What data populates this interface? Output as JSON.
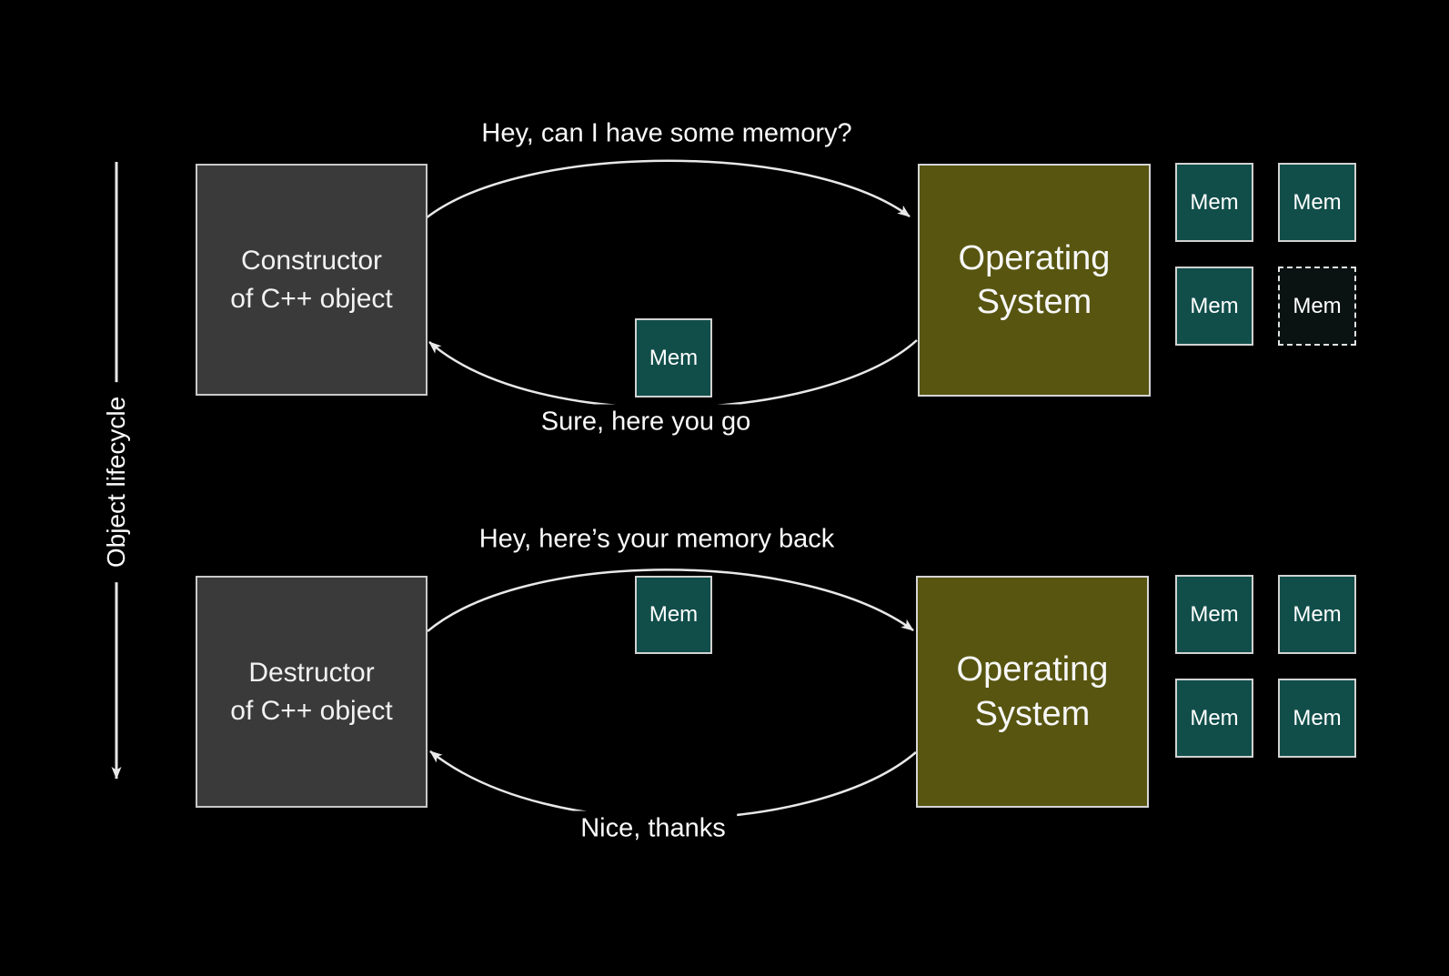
{
  "lifecycle": {
    "label": "Object lifecycle"
  },
  "top": {
    "requester_line1": "Constructor",
    "requester_line2": "of C++ object",
    "os_line1": "Operating",
    "os_line2": "System",
    "request": "Hey, can I have some memory?",
    "response": "Sure, here you go",
    "mem_in_transit": "Mem",
    "mem_grid": [
      {
        "label": "Mem",
        "state": "allocated"
      },
      {
        "label": "Mem",
        "state": "allocated"
      },
      {
        "label": "Mem",
        "state": "allocated"
      },
      {
        "label": "Mem",
        "state": "given-away"
      }
    ]
  },
  "bottom": {
    "requester_line1": "Destructor",
    "requester_line2": "of C++ object",
    "os_line1": "Operating",
    "os_line2": "System",
    "request": "Hey, here’s your memory back",
    "response": "Nice, thanks",
    "mem_in_transit": "Mem",
    "mem_grid": [
      {
        "label": "Mem",
        "state": "allocated"
      },
      {
        "label": "Mem",
        "state": "allocated"
      },
      {
        "label": "Mem",
        "state": "allocated"
      },
      {
        "label": "Mem",
        "state": "allocated"
      }
    ]
  },
  "colors": {
    "background": "#000000",
    "actor_box": "#3a3a3a",
    "os_box": "#575510",
    "mem_allocated": "#114e4a",
    "mem_given_away": "#0a1212",
    "border_light": "#d2d2d2",
    "arrow": "#e8e8e8",
    "text": "#fafafa"
  }
}
